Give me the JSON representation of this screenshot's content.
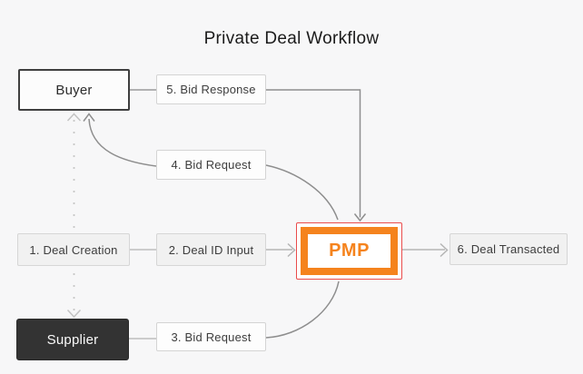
{
  "title": "Private Deal Workflow",
  "colors": {
    "background": "#f7f7f8",
    "accent_orange": "#f5831d",
    "accent_red": "#ea4b4b",
    "dark_node_fill": "#333333",
    "connector_dark": "#8e8e8e",
    "connector_light": "#b5b5b5",
    "dotted_line": "#c7c7c7"
  },
  "nodes": {
    "buyer": {
      "label": "Buyer"
    },
    "supplier": {
      "label": "Supplier"
    },
    "pmp": {
      "label": "PMP"
    },
    "step1": {
      "label": "1. Deal Creation"
    },
    "step2": {
      "label": "2. Deal ID Input"
    },
    "step3": {
      "label": "3. Bid Request"
    },
    "step4": {
      "label": "4. Bid Request"
    },
    "step5": {
      "label": "5. Bid Response"
    },
    "step6": {
      "label": "6. Deal Transacted"
    }
  }
}
